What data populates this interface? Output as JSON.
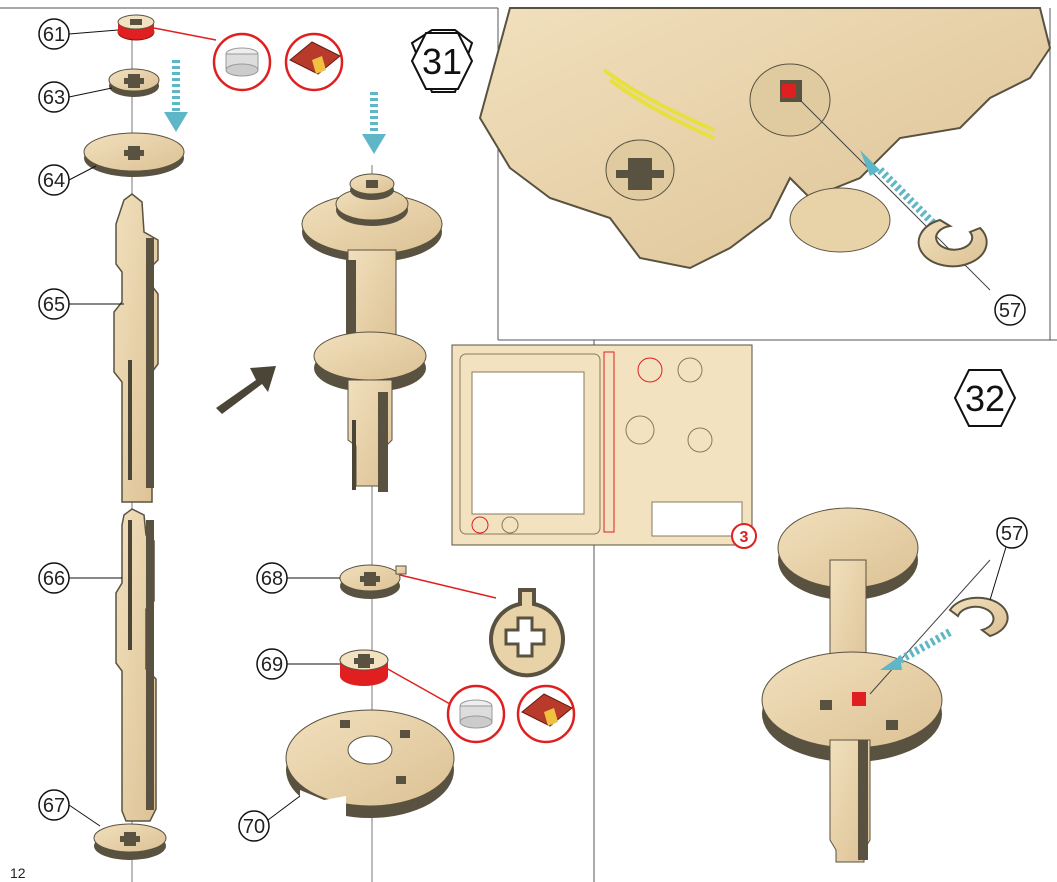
{
  "page_number": "12",
  "steps": [
    {
      "id": "31",
      "label": "31"
    },
    {
      "id": "32",
      "label": "32"
    }
  ],
  "parts": {
    "p61": "61",
    "p63": "63",
    "p64": "64",
    "p65": "65",
    "p66": "66",
    "p67": "67",
    "p68": "68",
    "p69": "69",
    "p70": "70",
    "p57a": "57",
    "p57b": "57"
  },
  "sheet_number": "3",
  "colors": {
    "wood": "#e8d2a8",
    "wood_edge": "#5a5240",
    "highlight_red": "#e02020",
    "arrow_blue": "#5fb6c6",
    "arrow_dark": "#4a4536"
  },
  "icons": [
    "tea-light-candle-icon",
    "sandpaper-icon",
    "tea-light-candle-icon",
    "sandpaper-icon"
  ]
}
